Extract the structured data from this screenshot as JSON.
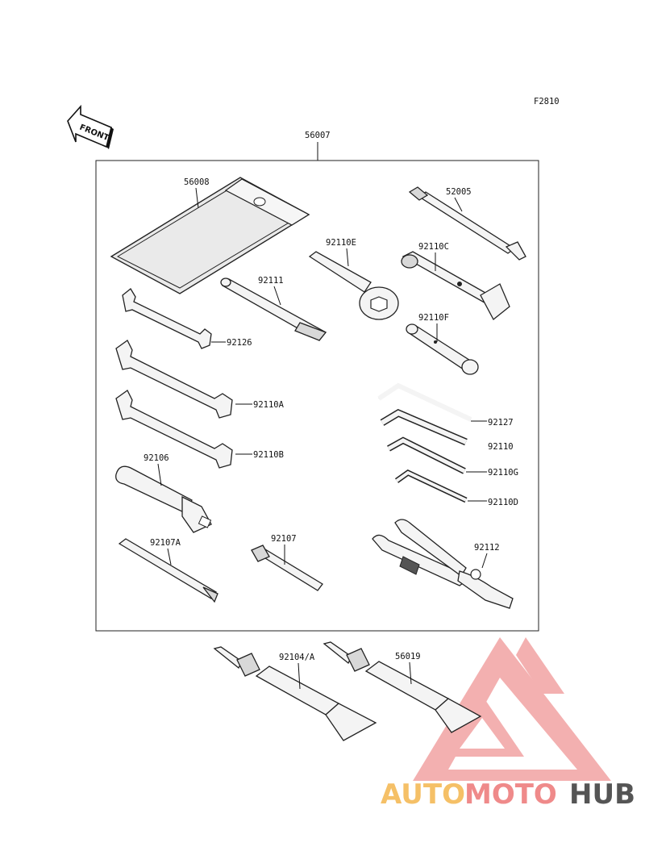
{
  "figure_code": "F2810",
  "front_label": "FRONT",
  "watermark": {
    "brand_left": "AUTO",
    "brand_mid": "MOTO",
    "brand_right": "HUB",
    "colors": {
      "logo": "#f0a0a0",
      "auto": "#f5c067",
      "moto": "#ef8a8a",
      "hub": "#555555"
    }
  },
  "parts": {
    "kit": "56007",
    "case": "56008",
    "spark_wrench": "52005",
    "ring_wrench": "92110E",
    "socket_c": "92110C",
    "handle_bar": "92111",
    "socket_f": "92110F",
    "wrench_a": "92126",
    "wrench_b": "92110A",
    "wrench_c": "92110B",
    "hex_1": "92127",
    "hex_2": "92110",
    "hex_3": "92110G",
    "hex_4": "92110D",
    "screwdriver_handle": "92106",
    "screwdriver_bit_a": "92107A",
    "screwdriver_bit": "92107",
    "pliers": "92112",
    "grease_tube": "92104/A",
    "sealant_tube": "56019"
  }
}
